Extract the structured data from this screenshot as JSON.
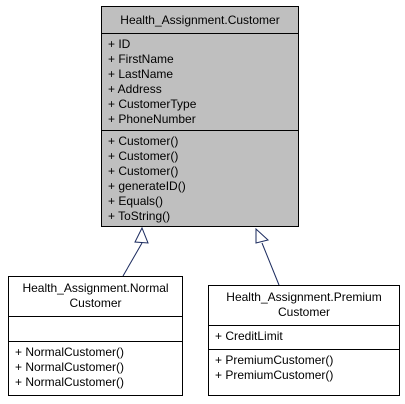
{
  "classes": {
    "customer": {
      "name": "Health_Assignment.Customer",
      "attributes": [
        "+ ID",
        "+ FirstName",
        "+ LastName",
        "+ Address",
        "+ CustomerType",
        "+ PhoneNumber"
      ],
      "methods": [
        "+ Customer()",
        "+ Customer()",
        "+ Customer()",
        "+ generateID()",
        "+ Equals()",
        "+ ToString()"
      ]
    },
    "normal": {
      "name_line1": "Health_Assignment.Normal",
      "name_line2": "Customer",
      "attributes": [],
      "methods": [
        "+ NormalCustomer()",
        "+ NormalCustomer()",
        "+ NormalCustomer()"
      ]
    },
    "premium": {
      "name_line1": "Health_Assignment.Premium",
      "name_line2": "Customer",
      "attributes": [
        "+ CreditLimit"
      ],
      "methods": [
        "+ PremiumCustomer()",
        "+ PremiumCustomer()"
      ]
    }
  },
  "relationships": [
    {
      "type": "generalization",
      "from": "normal",
      "to": "customer"
    },
    {
      "type": "generalization",
      "from": "premium",
      "to": "customer"
    }
  ],
  "colors": {
    "base_class_fill": "#bfbfbf",
    "derived_class_fill": "#ffffff",
    "line": "#1a2a5e"
  }
}
